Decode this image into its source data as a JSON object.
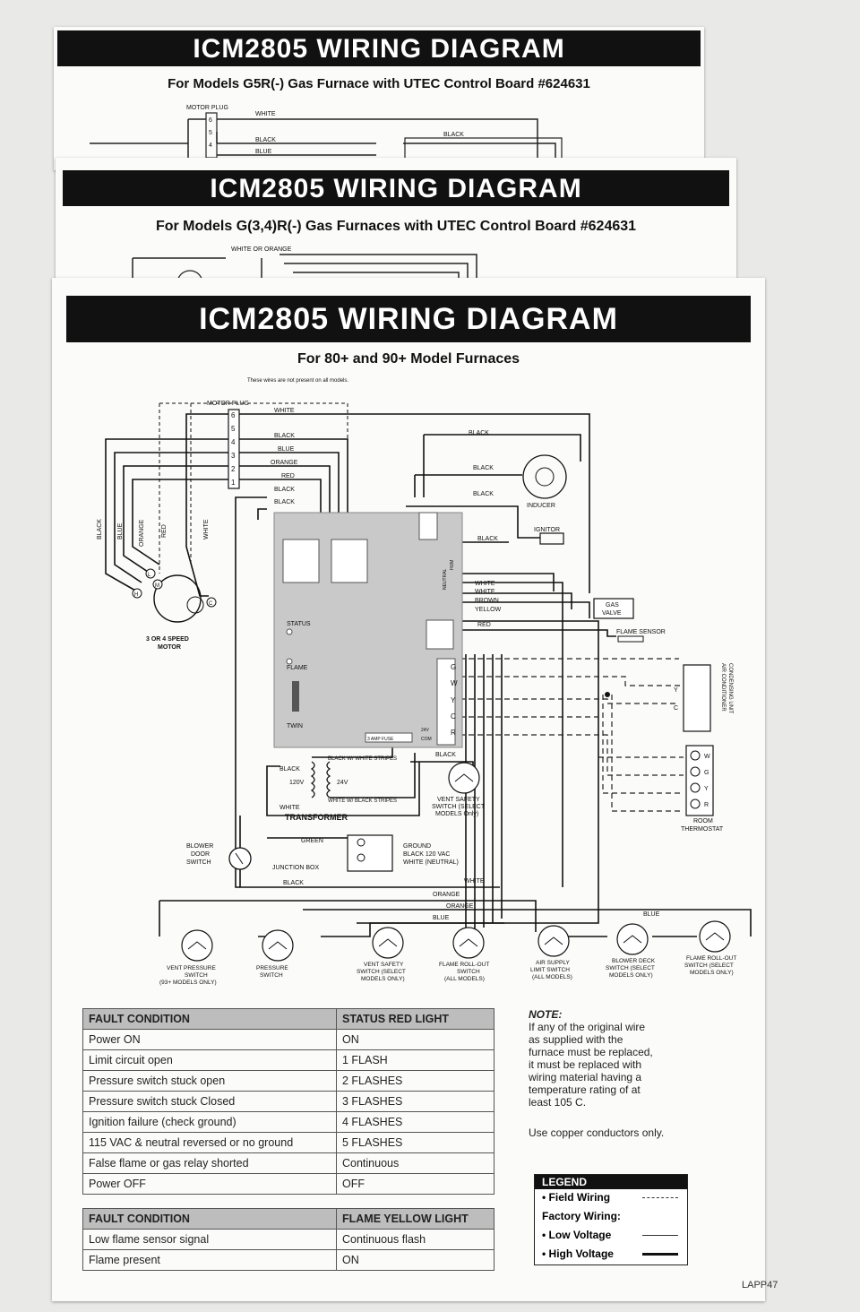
{
  "sheet1": {
    "title": "ICM2805 WIRING DIAGRAM",
    "subtitle": "For Models G5R(-) Gas Furnace with UTEC Control Board #624631",
    "labels": {
      "motor_plug": "MOTOR PLUG",
      "white": "WHITE",
      "black": "BLACK",
      "blue": "BLUE",
      "black2": "BLACK",
      "pins": [
        "6",
        "5",
        "4"
      ]
    }
  },
  "sheet2": {
    "title": "ICM2805 WIRING DIAGRAM",
    "subtitle": "For Models G(3,4)R(-) Gas Furnaces with UTEC Control Board #624631",
    "labels": {
      "white_or_orange": "WHITE OR ORANGE"
    }
  },
  "sheet3": {
    "title": "ICM2805 WIRING DIAGRAM",
    "subtitle": "For 80+ and 90+ Model Furnaces",
    "note_top": "These wires are not present on all models.",
    "motor_plug": "MOTOR PLUG",
    "plug_pins": [
      "6",
      "5",
      "4",
      "3",
      "2",
      "1"
    ],
    "plug_wires": [
      "WHITE",
      "BLACK",
      "BLUE",
      "ORANGE",
      "RED",
      "BLACK",
      "BLACK"
    ],
    "motor_wires": [
      "BLACK",
      "BLUE",
      "ORANGE",
      "RED",
      "WHITE"
    ],
    "motor_terminals": [
      "L",
      "M",
      "H",
      "C"
    ],
    "motor_label": [
      "3 OR 4 SPEED",
      "MOTOR"
    ],
    "right_wires": [
      "BLACK",
      "BLACK",
      "BLACK",
      "BLACK"
    ],
    "inducer": "INDUCER",
    "ignitor": "IGNITOR",
    "board": {
      "status": "STATUS",
      "flame": "FLAME",
      "twin": "TWIN",
      "fuse": "3 AMP FUSE",
      "v24": "24V",
      "com": "COM",
      "neutral": "NEUTRAL",
      "hum": "HUM",
      "terminals": [
        "G",
        "W",
        "Y",
        "C",
        "R"
      ]
    },
    "board_wires": [
      "WHITE",
      "WHITE",
      "BROWN",
      "YELLOW",
      "RED"
    ],
    "gas_valve": [
      "GAS",
      "VALVE"
    ],
    "flame_sensor": "FLAME SENSOR",
    "ac_unit": [
      "AIR CONDITIONER",
      "CONDENSING UNIT"
    ],
    "ac_terminals": [
      "Y",
      "C"
    ],
    "thermostat_terminals": [
      "W",
      "G",
      "Y",
      "R"
    ],
    "thermostat": [
      "ROOM",
      "THERMOSTAT"
    ],
    "transformer": {
      "label": "TRANSFORMER",
      "black": "BLACK",
      "white": "WHITE",
      "v120": "120V",
      "v24": "24V",
      "bw_top": "BLACK W/ WHITE STRIPES",
      "wb_bot": "WHITE W/ BLACK STRIPES"
    },
    "vent_safety": [
      "VENT SAFETY",
      "SWITCH (SELECT",
      "MODELS Only)"
    ],
    "black_label": "BLACK",
    "blower_door": [
      "BLOWER",
      "DOOR",
      "SWITCH"
    ],
    "junction": {
      "label": "JUNCTION BOX",
      "green": "GREEN",
      "ground": "GROUND",
      "black": "BLACK 120 VAC",
      "white": "WHITE (NEUTRAL)"
    },
    "bottom_wires": {
      "black": "BLACK",
      "white": "WHITE",
      "orange": "ORANGE",
      "orange2": "ORANGE",
      "blue": "BLUE",
      "blue2": "BLUE"
    },
    "switches": [
      [
        "VENT PRESSURE",
        "SWITCH",
        "(93+ MODELS ONLY)"
      ],
      [
        "PRESSURE",
        "SWITCH"
      ],
      [
        "VENT SAFETY",
        "SWITCH (SELECT",
        "MODELS ONLY)"
      ],
      [
        "FLAME ROLL-OUT",
        "SWITCH",
        "(ALL MODELS)"
      ],
      [
        "AIR SUPPLY",
        "LIMIT SWITCH",
        "(ALL MODELS)"
      ],
      [
        "BLOWER DECK",
        "SWITCH (SELECT",
        "MODELS ONLY)"
      ],
      [
        "FLAME ROLL-OUT",
        "SWITCH (SELECT",
        "MODELS ONLY)"
      ]
    ],
    "fault_table": {
      "headers": [
        "FAULT CONDITION",
        "STATUS RED LIGHT"
      ],
      "rows": [
        [
          "Power ON",
          "ON"
        ],
        [
          "Limit circuit open",
          "1 FLASH"
        ],
        [
          "Pressure switch stuck open",
          "2 FLASHES"
        ],
        [
          "Pressure switch stuck Closed",
          "3 FLASHES"
        ],
        [
          "Ignition failure (check ground)",
          "4 FLASHES"
        ],
        [
          "115 VAC & neutral reversed or no ground",
          "5 FLASHES"
        ],
        [
          "False flame or gas relay shorted",
          "Continuous"
        ],
        [
          "Power OFF",
          "OFF"
        ]
      ]
    },
    "flame_table": {
      "headers": [
        "FAULT CONDITION",
        "FLAME YELLOW LIGHT"
      ],
      "rows": [
        [
          "Low flame sensor signal",
          "Continuous flash"
        ],
        [
          "Flame present",
          "ON"
        ]
      ]
    },
    "note": {
      "title": "NOTE:",
      "lines": [
        "If any of the original wire",
        "as supplied with the",
        "furnace must be replaced,",
        "it must be replaced with",
        "wiring material having a",
        "temperature rating of at",
        "least 105 C."
      ],
      "copper": "Use copper conductors only."
    },
    "legend": {
      "title": "LEGEND",
      "field": "• Field Wiring",
      "factory": "Factory Wiring:",
      "low": "• Low Voltage",
      "high": "• High Voltage"
    },
    "code": "LAPP47"
  }
}
